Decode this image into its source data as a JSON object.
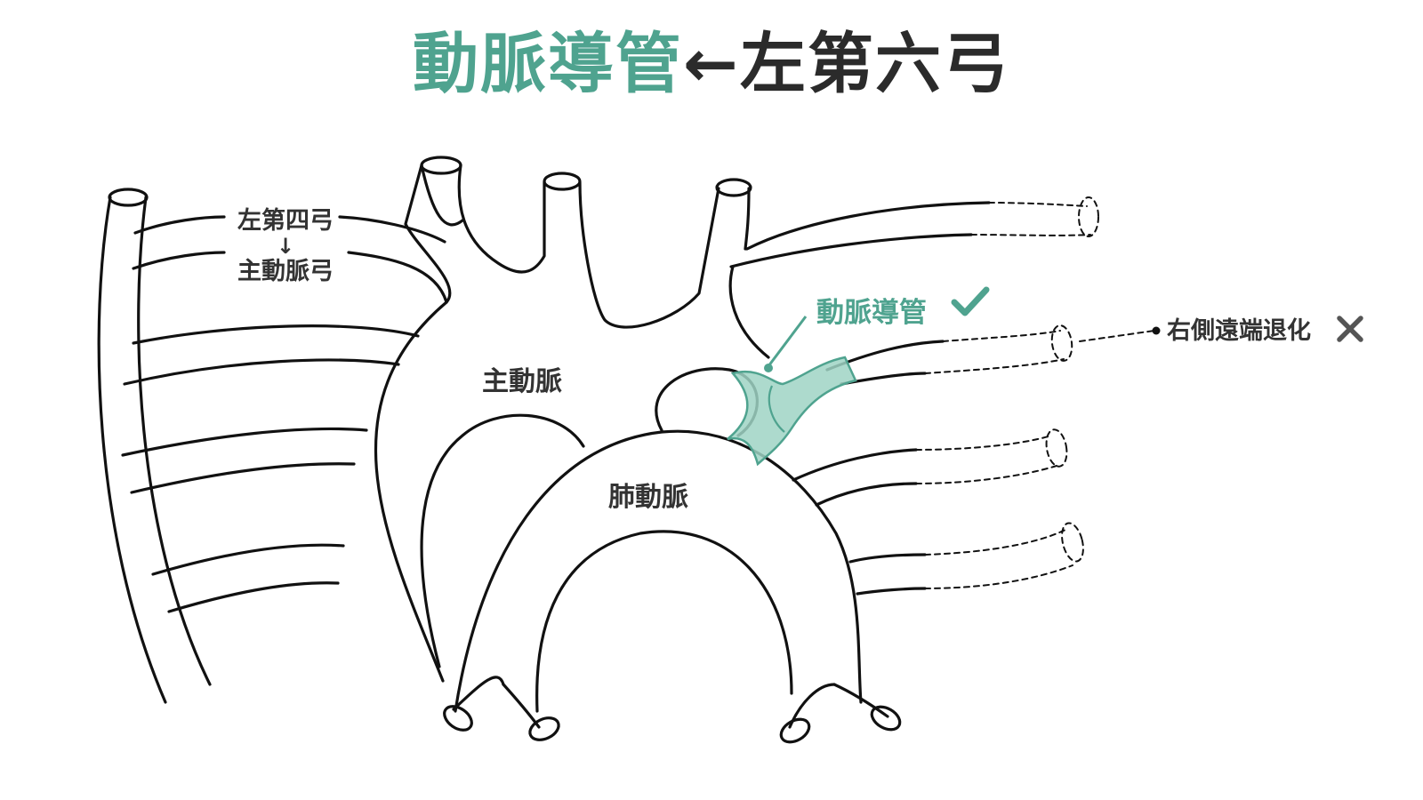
{
  "title": {
    "accent_text": "動脈導管",
    "arrow": "←",
    "dark_text": "左第六弓"
  },
  "labels": {
    "arch_top": "左第四弓",
    "arch_arrow": "↓",
    "arch_bottom": "主動脈弓",
    "aorta": "主動脈",
    "pulmonary_artery": "肺動脈",
    "ductus": "動脈導管",
    "right_distal": "右側遠端退化"
  },
  "icons": {
    "ductus_status": "check-icon",
    "right_distal_status": "x-icon"
  },
  "colors": {
    "accent": "#4fa38f",
    "accent_fill": "#9fd3c4",
    "line": "#111111",
    "text": "#333333"
  }
}
